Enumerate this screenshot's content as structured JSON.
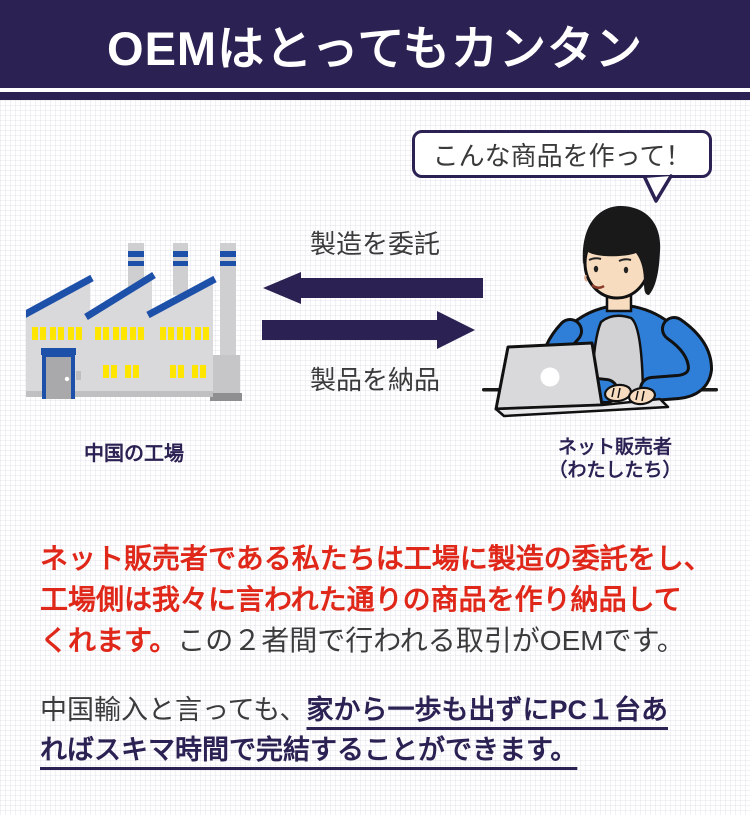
{
  "header": {
    "title": "OEMはとってもカンタン"
  },
  "diagram": {
    "speech_bubble": {
      "text": "こんな商品を作って！"
    },
    "arrows": {
      "to_factory_label": "製造を委託",
      "to_seller_label": "製品を納品"
    },
    "factory": {
      "label": "中国の工場",
      "icon": "factory-illustration"
    },
    "seller": {
      "label_line1": "ネット販売者",
      "label_line2": "（わたしたち）",
      "icon": "person-at-laptop-illustration"
    }
  },
  "body_text": {
    "paragraph1": {
      "lines": [
        [
          {
            "style": "red",
            "text": "ネット販売者である私たちは工場に製造の委託をし、"
          }
        ],
        [
          {
            "style": "red",
            "text": "工場側は我々に言われた通りの商品を作り納品して"
          }
        ],
        [
          {
            "style": "red",
            "text": "くれます。"
          },
          {
            "style": "dark",
            "text": "この２者間で行われる取引がOEMです。"
          }
        ]
      ]
    },
    "paragraph2": {
      "lines": [
        [
          {
            "style": "dark",
            "text": "中国輸入と言っても、"
          },
          {
            "style": "emphasis",
            "text": "家から一歩も出ずにPC１台あ"
          }
        ],
        [
          {
            "style": "emphasis",
            "text": "ればスキマ時間で完結することができます。"
          }
        ]
      ]
    }
  },
  "colors": {
    "navy": "#2b2153",
    "red": "#e0281a",
    "dark_text": "#3b3b3b",
    "factory_blue": "#1d50a8",
    "window_yellow": "#ffe600",
    "jacket_blue": "#2f7fd9",
    "skin": "#f8dcc0",
    "background": "#ffffff"
  }
}
